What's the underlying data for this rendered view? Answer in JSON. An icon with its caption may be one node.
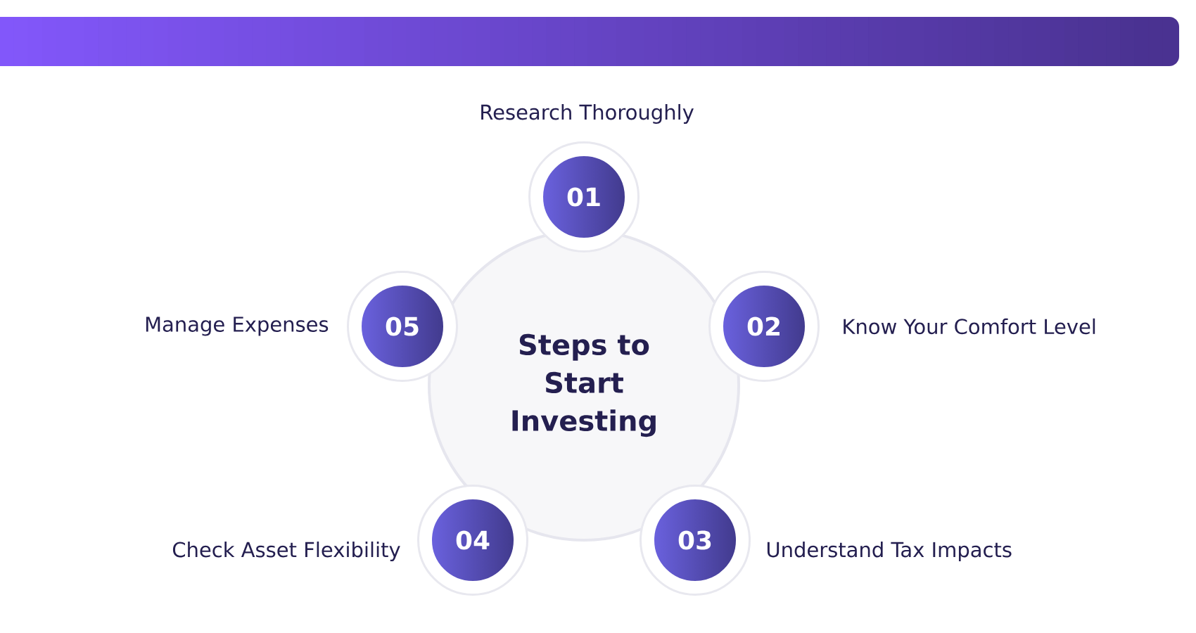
{
  "diagram": {
    "nodes": [
      {
        "text": [
          "Steps to Start Investing"
        ]
      },
      {
        "text": [
          "01"
        ],
        "beside": [
          "Research Thoroughly"
        ]
      },
      {
        "text": [
          "02"
        ],
        "beside": [
          "Know Your Comfort Level"
        ]
      },
      {
        "text": [
          "03"
        ],
        "beside": [
          "Understand Tax Impacts"
        ]
      },
      {
        "text": [
          "04"
        ],
        "beside": [
          "Check Asset Flexibility"
        ]
      },
      {
        "text": [
          "05"
        ],
        "beside": [
          "Manage Expenses"
        ]
      }
    ]
  }
}
